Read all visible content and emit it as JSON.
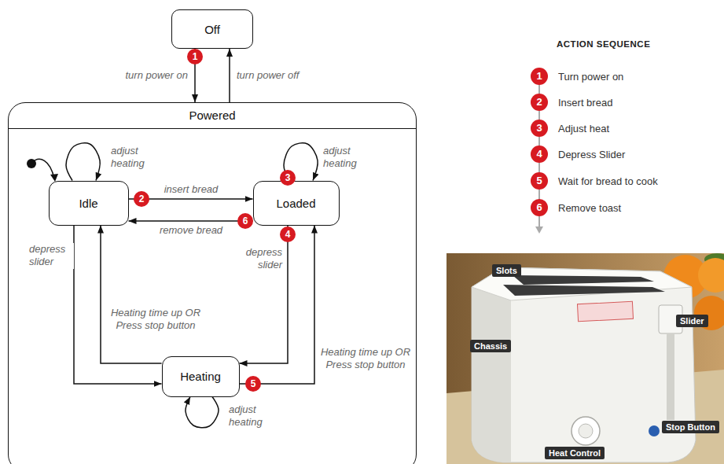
{
  "diagram": {
    "nodes": [
      {
        "text": [
          "Off"
        ]
      },
      {
        "text": [
          "Powered"
        ]
      },
      {
        "text": [
          "Idle"
        ],
        "in": 1
      },
      {
        "text": [
          "Loaded"
        ],
        "in": 1
      },
      {
        "text": [
          "Heating"
        ],
        "in": 1
      }
    ],
    "edges": [
      {
        "from": 0,
        "to": 1,
        "label": "turn power on",
        "arrow": "to"
      },
      {
        "from": 1,
        "to": 0,
        "label": "turn power off",
        "arrow": "to"
      },
      {
        "from": 2,
        "to": 2,
        "label": "adjust heating",
        "arrow": "to"
      },
      {
        "from": 2,
        "to": 3,
        "label": "insert bread",
        "arrow": "to"
      },
      {
        "from": 3,
        "to": 2,
        "label": "remove bread",
        "arrow": "to"
      },
      {
        "from": 3,
        "to": 3,
        "label": "adjust heating",
        "arrow": "to"
      },
      {
        "from": 2,
        "to": 4,
        "label": "depress slider",
        "arrow": "to"
      },
      {
        "from": 3,
        "to": 4,
        "label": "depress slider",
        "arrow": "to"
      },
      {
        "from": 4,
        "to": 2,
        "label": "Heating time up OR Press stop button",
        "arrow": "to"
      },
      {
        "from": 4,
        "to": 3,
        "label": "Heating time up OR Press stop button",
        "arrow": "to"
      },
      {
        "from": 4,
        "to": 4,
        "label": "adjust heating",
        "arrow": "to"
      }
    ],
    "labels": [
      "1",
      "2",
      "3",
      "4",
      "5",
      "6",
      "ACTION SEQUENCE",
      "1",
      "Turn power on",
      "2",
      "Insert bread",
      "3",
      "Adjust heat",
      "4",
      "Depress Slider",
      "5",
      "Wait for bread to cook",
      "6",
      "Remove toast",
      "Slots",
      "Chassis",
      "Slider",
      "Stop Button",
      "Heat Control"
    ]
  }
}
